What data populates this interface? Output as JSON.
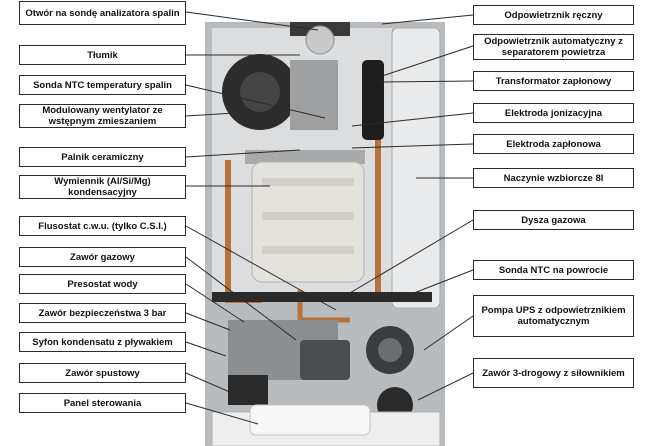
{
  "labels_left": [
    "Otwór na sondę analizatora spalin",
    "Tłumik",
    "Sonda NTC temperatury spalin",
    "Modulowany wentylator ze wstępnym zmieszaniem",
    "Palnik ceramiczny",
    "Wymiennik (Al/Si/Mg) kondensacyjny",
    "Flusostat c.w.u. (tylko C.S.I.)",
    "Zawór gazowy",
    "Presostat wody",
    "Zawór bezpieczeństwa  3 bar",
    "Syfon kondensatu z pływakiem",
    "Zawór spustowy",
    "Panel sterowania"
  ],
  "labels_right": [
    "Odpowietrznik ręczny",
    "Odpowietrznik automatyczny z separatorem powietrza",
    "Transformator zapłonowy",
    "Elektroda jonizacyjna",
    "Elektroda zapłonowa",
    "Naczynie wzbiorcze 8l",
    "Dysza gazowa",
    "Sonda NTC na powrocie",
    "Pompa UPS z odpowietrznikiem automatycznym",
    "Zawór 3-drogowy z siłownikiem"
  ],
  "colors": {
    "frame": "#2a2a2a",
    "boiler_body": "#cfd1d3",
    "heat_exchanger": "#e4e2dc",
    "copper_pipe": "#b9733a",
    "fan": "#2c2c2c",
    "pump": "#3a3d40"
  }
}
